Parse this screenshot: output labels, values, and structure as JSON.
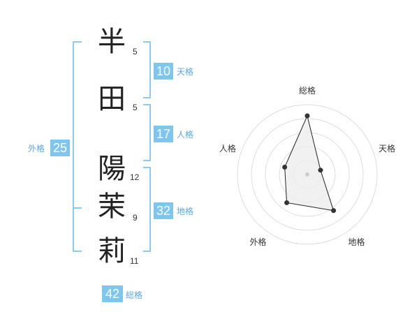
{
  "name": {
    "chars": [
      {
        "char": "半",
        "strokes": "5"
      },
      {
        "char": "田",
        "strokes": "5"
      },
      {
        "char": "陽",
        "strokes": "12"
      },
      {
        "char": "茉",
        "strokes": "9"
      },
      {
        "char": "莉",
        "strokes": "11"
      }
    ]
  },
  "kakusu": {
    "tenkaku": {
      "value": "10",
      "label": "天格"
    },
    "jinkaku": {
      "value": "17",
      "label": "人格"
    },
    "chikaku": {
      "value": "32",
      "label": "地格"
    },
    "gaikaku": {
      "value": "25",
      "label": "外格"
    },
    "soukaku": {
      "value": "42",
      "label": "総格"
    }
  },
  "colors": {
    "accent": "#7fc6ef",
    "label": "#5aa8e0",
    "bracket": "#8ccbf0",
    "radar_fill": "#eeeeee",
    "radar_ring": "#dddddd"
  },
  "chart_data": {
    "type": "radar",
    "axes": [
      "総格",
      "天格",
      "地格",
      "外格",
      "人格"
    ],
    "values": [
      42,
      10,
      32,
      25,
      17
    ],
    "range": [
      0,
      50
    ],
    "grid": true
  }
}
